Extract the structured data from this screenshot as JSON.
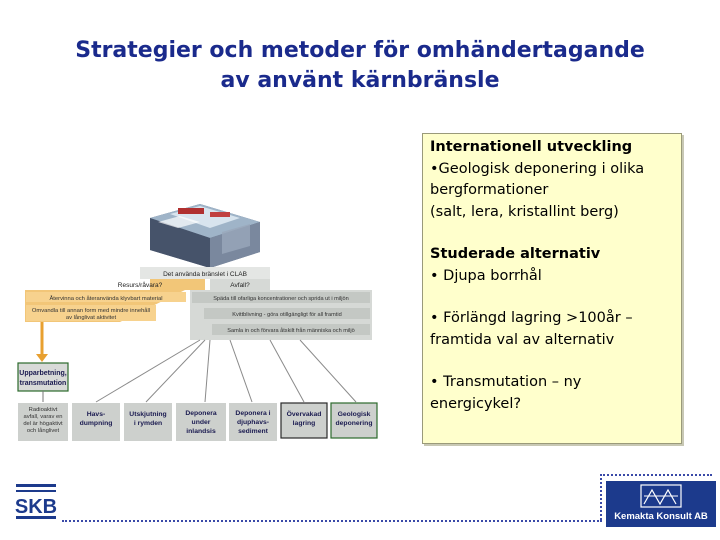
{
  "slide": {
    "title_line1": "Strategier och metoder för omhändertagande",
    "title_line2": "av använt kärnbränsle"
  },
  "infobox": {
    "heading1": "Internationell utveckling",
    "item1_line1": "•Geologisk deponering i olika",
    "item1_line2": "bergformationer",
    "item1_line3": "(salt, lera, kristallint berg)",
    "heading2": "Studerade alternativ",
    "item2": "• Djupa borrhål",
    "item3_line1": "• Förlängd lagring >100år –",
    "item3_line2": "framtida val av alternativ",
    "item4_line1": "• Transmutation – ny",
    "item4_line2": "energicykel?"
  },
  "diagram": {
    "clab_label": "Det använda bränslet i CLAB",
    "resurs_label": "Resurs/råvara?",
    "avfall_label": "Avfall?",
    "left_box1": "Återvinna och återanvända klyvbart material",
    "left_box2_line1": "Omvandla till annan form med mindre innehåll",
    "left_box2_line2": "av långlivat aktivitet",
    "right_box1": "Späda till ofarliga koncentrationer och sprida ut i miljön",
    "right_box2": "Kvittblivning - göra otillgängligt för all framtid",
    "right_box3": "Samla in och förvara åtskilt från människa och miljö",
    "upparbetning_line1": "Upparbetning,",
    "upparbetning_line2": "transmutation",
    "bottom_boxes": [
      {
        "l1": "Radioaktivt",
        "l2": "avfall, varav en",
        "l3": "del är högaktivt",
        "l4": "och långlivet"
      },
      {
        "l1": "Havs-",
        "l2": "dumpning",
        "l3": "",
        "l4": ""
      },
      {
        "l1": "Utskjutning",
        "l2": "i rymden",
        "l3": "",
        "l4": ""
      },
      {
        "l1": "Deponera",
        "l2": "under",
        "l3": "inlandsis",
        "l4": ""
      },
      {
        "l1": "Deponera i",
        "l2": "djuphavs-",
        "l3": "sediment",
        "l4": ""
      },
      {
        "l1": "Övervakad",
        "l2": "lagring",
        "l3": "",
        "l4": ""
      },
      {
        "l1": "Geologisk",
        "l2": "deponering",
        "l3": "",
        "l4": ""
      }
    ]
  },
  "footer": {
    "left_logo": "SKB",
    "right_logo_name": "Kemakta Konsult AB"
  },
  "colors": {
    "title": "#1a2a8c",
    "infobox_bg": "#ffffcc",
    "orange": "#f0b85a",
    "gray_box": "#c9cdc9",
    "logo_blue": "#1c3a8c"
  }
}
